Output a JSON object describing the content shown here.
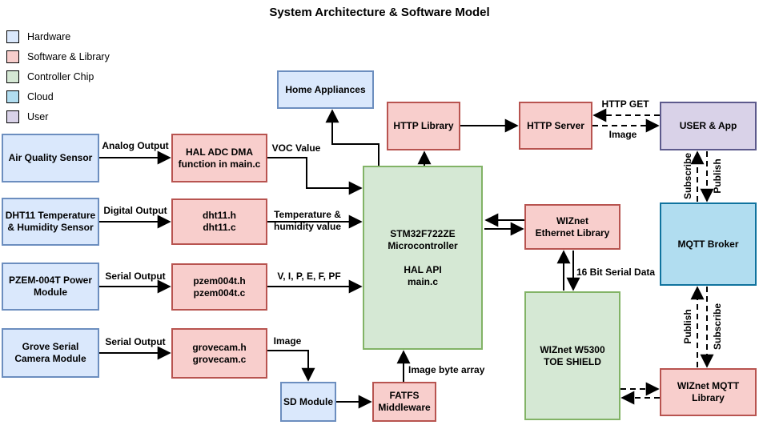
{
  "title": "System Architecture & Software Model",
  "legend": {
    "items": [
      {
        "label": "Hardware"
      },
      {
        "label": "Software & Library"
      },
      {
        "label": "Controller Chip"
      },
      {
        "label": "Cloud"
      },
      {
        "label": "User"
      }
    ]
  },
  "colors": {
    "hardware_fill": "#dae8fc",
    "hardware_border": "#6c8ebf",
    "software_fill": "#f8cecc",
    "software_border": "#b85450",
    "controller_fill": "#d5e8d4",
    "controller_border": "#82b366",
    "cloud_fill": "#b1ddf0",
    "cloud_border": "#10739e",
    "user_fill": "#d9d2e8",
    "user_border": "#5d5a8c",
    "arrow": "#000000"
  },
  "nodes": {
    "air_quality": {
      "label": "Air Quality Sensor"
    },
    "hal_adc": {
      "label": "HAL ADC DMA\nfunction in main.c"
    },
    "dht11_sensor": {
      "label": "DHT11 Temperature\n& Humidity Sensor"
    },
    "dht11_lib": {
      "label": "dht11.h\ndht11.c"
    },
    "pzem_sensor": {
      "label": "PZEM-004T Power\nModule"
    },
    "pzem_lib": {
      "label": "pzem004t.h\npzem004t.c"
    },
    "grove_camera": {
      "label": "Grove Serial\nCamera Module"
    },
    "grovecam_lib": {
      "label": "grovecam.h\ngrovecam.c"
    },
    "home_appliances": {
      "label": "Home Appliances"
    },
    "http_library": {
      "label": "HTTP Library"
    },
    "http_server": {
      "label": "HTTP Server"
    },
    "user_app": {
      "label": "USER & App"
    },
    "stm32": {
      "label": "STM32F722ZE\nMicrocontroller\n\nHAL API\nmain.c"
    },
    "ethernet_lib": {
      "label": "WIZnet\nEthernet Library"
    },
    "toe_shield": {
      "label": "WIZnet W5300\nTOE SHIELD"
    },
    "mqtt_broker": {
      "label": "MQTT Broker"
    },
    "wiznet_mqtt_lib": {
      "label": "WIZnet MQTT\nLibrary"
    },
    "sd_module": {
      "label": "SD Module"
    },
    "fatfs": {
      "label": "FATFS\nMiddleware"
    }
  },
  "edges": {
    "analog_output": "Analog Output",
    "digital_output": "Digital Output",
    "serial_output_power": "Serial Output",
    "serial_output_camera": "Serial Output",
    "voc_value": "VOC Value",
    "temp_humidity": "Temperature &\nhumidity value",
    "power_values": "V, I, P, E, F, PF",
    "image_camera": "Image",
    "image_byte_array": "Image byte array",
    "serial_16bit": "16 Bit Serial Data",
    "http_get": "HTTP GET",
    "http_image": "Image",
    "subscribe_user": "Subscribe",
    "publish_user": "Publish",
    "publish_broker": "Publish",
    "subscribe_broker": "Subscribe"
  }
}
